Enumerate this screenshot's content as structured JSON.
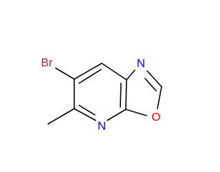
{
  "molecule": {
    "atoms": [
      {
        "id": "br",
        "symbol": "Br",
        "color": "#a52a2a"
      },
      {
        "id": "n_oxazole",
        "symbol": "N",
        "color": "#0000ff"
      },
      {
        "id": "n_pyridine",
        "symbol": "N",
        "color": "#0000ff"
      },
      {
        "id": "o_oxazole",
        "symbol": "O",
        "color": "#ff0000"
      }
    ]
  }
}
